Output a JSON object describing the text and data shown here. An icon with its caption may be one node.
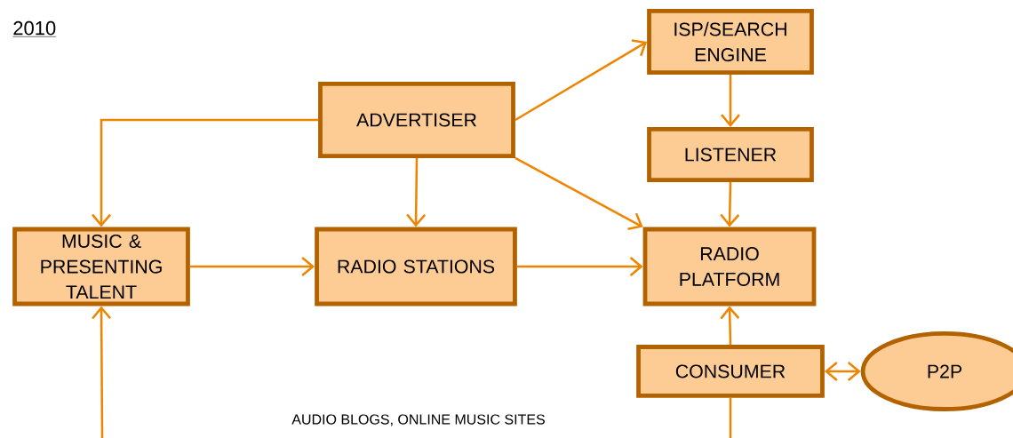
{
  "diagram": {
    "title": "2010",
    "nodes": [
      {
        "text": [
          "ADVERTISER"
        ]
      },
      {
        "text": [
          "ISP/SEARCH ENGINE"
        ]
      },
      {
        "text": [
          "LISTENER"
        ]
      },
      {
        "text": [
          "MUSIC & PRESENTING TALENT"
        ]
      },
      {
        "text": [
          "RADIO STATIONS"
        ]
      },
      {
        "text": [
          "RADIO PLATFORM"
        ]
      },
      {
        "text": [
          "CONSUMER"
        ]
      },
      {
        "text": [
          "P2P"
        ]
      }
    ],
    "edges": [
      {
        "from": 0,
        "to": 1,
        "arrow": "to"
      },
      {
        "from": 0,
        "to": 3,
        "arrow": "to"
      },
      {
        "from": 0,
        "to": 4,
        "arrow": "to"
      },
      {
        "from": 0,
        "to": 5,
        "arrow": "to"
      },
      {
        "from": 1,
        "to": 2,
        "arrow": "to"
      },
      {
        "from": 2,
        "to": 5,
        "arrow": "to"
      },
      {
        "from": 3,
        "to": 4,
        "arrow": "to"
      },
      {
        "from": 4,
        "to": 5,
        "arrow": "to"
      },
      {
        "from": 6,
        "to": 5,
        "arrow": "to"
      },
      {
        "from": 6,
        "to": 7,
        "arrow": "both"
      },
      {
        "from": null,
        "to": 3,
        "arrow": "to"
      },
      {
        "from": 6,
        "to": null,
        "arrow": "none"
      }
    ],
    "labels": [
      "AUDIO BLOGS, ONLINE MUSIC SITES"
    ]
  }
}
